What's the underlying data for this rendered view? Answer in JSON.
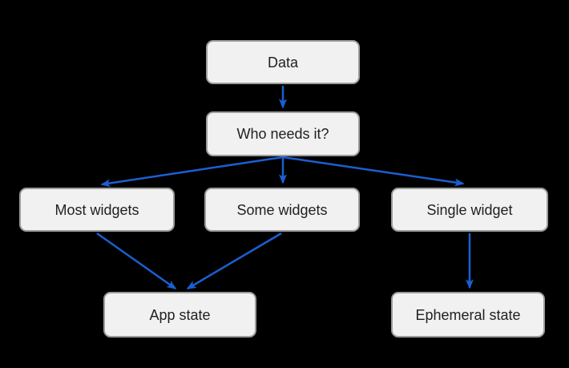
{
  "diagram": {
    "type": "flowchart",
    "nodes": [
      {
        "id": "data",
        "label": "Data"
      },
      {
        "id": "who-needs-it",
        "label": "Who needs it?"
      },
      {
        "id": "most-widgets",
        "label": "Most widgets"
      },
      {
        "id": "some-widgets",
        "label": "Some widgets"
      },
      {
        "id": "single-widget",
        "label": "Single widget"
      },
      {
        "id": "app-state",
        "label": "App state"
      },
      {
        "id": "ephemeral-state",
        "label": "Ephemeral state"
      }
    ],
    "edges": [
      {
        "from": "data",
        "to": "who-needs-it"
      },
      {
        "from": "who-needs-it",
        "to": "most-widgets"
      },
      {
        "from": "who-needs-it",
        "to": "some-widgets"
      },
      {
        "from": "who-needs-it",
        "to": "single-widget"
      },
      {
        "from": "most-widgets",
        "to": "app-state"
      },
      {
        "from": "some-widgets",
        "to": "app-state"
      },
      {
        "from": "single-widget",
        "to": "ephemeral-state"
      }
    ],
    "colors": {
      "background": "#000000",
      "node_fill": "#f1f1f1",
      "node_border": "#9c9c9c",
      "node_text": "#212121",
      "arrow": "#1b5fd2"
    }
  }
}
